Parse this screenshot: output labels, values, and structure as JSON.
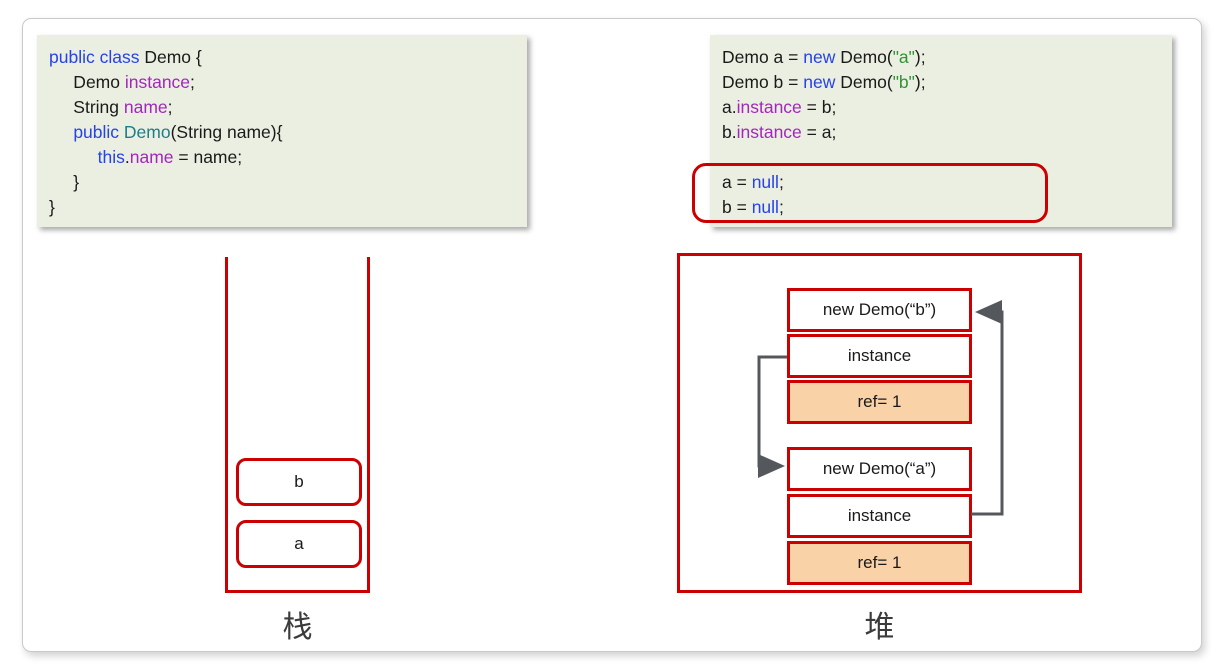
{
  "colors": {
    "kw": "#2543e6",
    "fld": "#a227bb",
    "str": "#2e9332",
    "typ": "#1b7e8a",
    "pl": "#1a1a1a",
    "red": "#cc0000",
    "orange": "#fad2a8",
    "arrow": "#54585c",
    "codebg": "#ebefe1",
    "frame": "#c9c9c9",
    "label": "#3b3b3b"
  },
  "code_left": {
    "lines": [
      [
        {
          "text": "public class",
          "style": "kw"
        },
        {
          "text": " Demo {",
          "style": "pl"
        }
      ],
      [
        {
          "text": "     Demo ",
          "style": "pl"
        },
        {
          "text": "instance",
          "style": "fld"
        },
        {
          "text": ";",
          "style": "pl"
        }
      ],
      [
        {
          "text": "     String ",
          "style": "pl"
        },
        {
          "text": "name",
          "style": "fld"
        },
        {
          "text": ";",
          "style": "pl"
        }
      ],
      [
        {
          "text": "     ",
          "style": "pl"
        },
        {
          "text": "public ",
          "style": "kw"
        },
        {
          "text": "Demo",
          "style": "typ"
        },
        {
          "text": "(String name){",
          "style": "pl"
        }
      ],
      [
        {
          "text": "          ",
          "style": "pl"
        },
        {
          "text": "this",
          "style": "kw"
        },
        {
          "text": ".",
          "style": "pl"
        },
        {
          "text": "name",
          "style": "fld"
        },
        {
          "text": " = name;",
          "style": "pl"
        }
      ],
      [
        {
          "text": "     }",
          "style": "pl"
        }
      ],
      [
        {
          "text": "}",
          "style": "pl"
        }
      ]
    ]
  },
  "code_right": {
    "lines": [
      [
        {
          "text": "Demo a = ",
          "style": "pl"
        },
        {
          "text": "new",
          "style": "kw"
        },
        {
          "text": " Demo(",
          "style": "pl"
        },
        {
          "text": "\"a\"",
          "style": "str"
        },
        {
          "text": ");",
          "style": "pl"
        }
      ],
      [
        {
          "text": "Demo b = ",
          "style": "pl"
        },
        {
          "text": "new",
          "style": "kw"
        },
        {
          "text": " Demo(",
          "style": "pl"
        },
        {
          "text": "\"b\"",
          "style": "str"
        },
        {
          "text": ");",
          "style": "pl"
        }
      ],
      [
        {
          "text": "a.",
          "style": "pl"
        },
        {
          "text": "instance",
          "style": "fld"
        },
        {
          "text": " = b;",
          "style": "pl"
        }
      ],
      [
        {
          "text": "b.",
          "style": "pl"
        },
        {
          "text": "instance",
          "style": "fld"
        },
        {
          "text": " = a;",
          "style": "pl"
        }
      ],
      [],
      [
        {
          "text": "a = ",
          "style": "pl"
        },
        {
          "text": "null",
          "style": "kw"
        },
        {
          "text": ";",
          "style": "pl"
        }
      ],
      [
        {
          "text": "b = ",
          "style": "pl"
        },
        {
          "text": "null",
          "style": "kw"
        },
        {
          "text": ";",
          "style": "pl"
        }
      ]
    ]
  },
  "stack": {
    "label": "栈",
    "slots": [
      "b",
      "a"
    ]
  },
  "heap": {
    "label": "堆",
    "objects": [
      {
        "title": "new Demo(“b”)",
        "field_label": "instance",
        "ref_label": "ref= 1"
      },
      {
        "title": "new Demo(“a”)",
        "field_label": "instance",
        "ref_label": "ref= 1"
      }
    ]
  }
}
